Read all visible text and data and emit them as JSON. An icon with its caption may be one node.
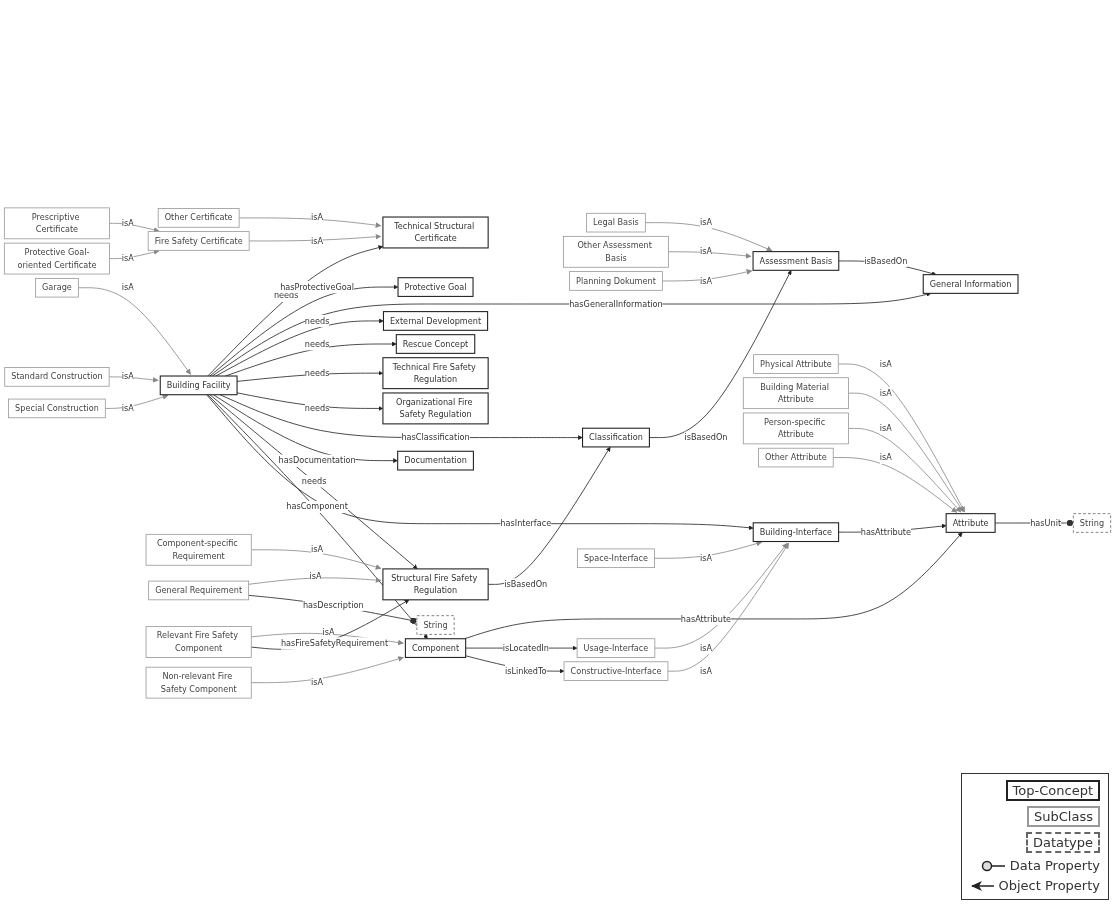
{
  "diagram": {
    "nodes": [
      {
        "text": [
          "Technical Structural Certificate"
        ]
      },
      {
        "text": [
          "Protective Goal"
        ]
      },
      {
        "text": [
          "General Information"
        ]
      },
      {
        "text": [
          "Other Certificate"
        ]
      },
      {
        "text": [
          "Fire Safety Certificate"
        ]
      },
      {
        "text": [
          "Assessment Basis"
        ]
      },
      {
        "text": [
          "Prescriptive Certificate"
        ]
      },
      {
        "text": [
          "Protective Goal-oriented Certificate"
        ]
      },
      {
        "text": [
          "Legal Basis"
        ]
      },
      {
        "text": [
          "External Development"
        ]
      },
      {
        "text": [
          "Other Assessment Basis"
        ]
      },
      {
        "text": [
          "Planning Dokument"
        ]
      },
      {
        "text": [
          "Rescue Concept"
        ]
      },
      {
        "text": [
          "Classification"
        ]
      },
      {
        "text": [
          "Technical Fire Safety Regulation"
        ]
      },
      {
        "text": [
          "Organizational Fire Safety Regulation"
        ]
      },
      {
        "text": [
          "Building Facility"
        ]
      },
      {
        "text": [
          "Documentation"
        ]
      },
      {
        "text": [
          "Structural Fire Safety Regulation"
        ]
      },
      {
        "text": [
          "Component-specific Requirement"
        ]
      },
      {
        "text": [
          "General Requirement"
        ]
      },
      {
        "text": [
          "String"
        ]
      },
      {
        "text": [
          "Garage"
        ]
      },
      {
        "text": [
          "Standard Construction"
        ]
      },
      {
        "text": [
          "Special Construction"
        ]
      },
      {
        "text": [
          "String"
        ]
      },
      {
        "text": [
          "Building-Interface"
        ]
      },
      {
        "text": [
          "Attribute"
        ]
      },
      {
        "text": [
          "Component"
        ]
      },
      {
        "text": [
          "Usage-Interface"
        ]
      },
      {
        "text": [
          "Constructive-Interface"
        ]
      },
      {
        "text": [
          "Space-Interface"
        ]
      },
      {
        "text": [
          "Physical Attribute"
        ]
      },
      {
        "text": [
          "Building Material Attribute"
        ]
      },
      {
        "text": [
          "Person-specific Attribute"
        ]
      },
      {
        "text": [
          "Other Attribute"
        ]
      },
      {
        "text": [
          "Relevant Fire Safety Component"
        ]
      },
      {
        "text": [
          "Non-relevant Fire Safety Component"
        ]
      }
    ],
    "edges": [
      {
        "from": 16,
        "to": 0,
        "arrow": "to",
        "label": "needs"
      },
      {
        "from": 16,
        "to": 1,
        "arrow": "to",
        "label": "hasProtectiveGoal"
      },
      {
        "from": 16,
        "to": 2,
        "arrow": "to",
        "label": "hasGeneralInformation"
      },
      {
        "from": 16,
        "to": 9,
        "arrow": "to",
        "label": "needs"
      },
      {
        "from": 16,
        "to": 12,
        "arrow": "to",
        "label": "needs"
      },
      {
        "from": 16,
        "to": 14,
        "arrow": "to",
        "label": "needs"
      },
      {
        "from": 16,
        "to": 15,
        "arrow": "to",
        "label": "needs"
      },
      {
        "from": 16,
        "to": 13,
        "arrow": "to",
        "label": "hasClassification"
      },
      {
        "from": 16,
        "to": 17,
        "arrow": "to",
        "label": "hasDocumentation"
      },
      {
        "from": 16,
        "to": 18,
        "arrow": "to",
        "label": "needs"
      },
      {
        "from": 16,
        "to": 28,
        "arrow": "to",
        "label": "hasComponent"
      },
      {
        "from": 16,
        "to": 26,
        "arrow": "to",
        "label": "hasInterface"
      },
      {
        "from": 5,
        "to": 2,
        "arrow": "to",
        "label": "isBasedOn"
      },
      {
        "from": 13,
        "to": 5,
        "arrow": "to",
        "label": "isBasedOn"
      },
      {
        "from": 18,
        "to": 13,
        "arrow": "to",
        "label": "isBasedOn"
      },
      {
        "from": 3,
        "to": 0,
        "arrow": "to",
        "label": "isA",
        "color": "#888888"
      },
      {
        "from": 4,
        "to": 0,
        "arrow": "to",
        "label": "isA",
        "color": "#888888"
      },
      {
        "from": 6,
        "to": 4,
        "arrow": "to",
        "label": "isA",
        "color": "#888888"
      },
      {
        "from": 7,
        "to": 4,
        "arrow": "to",
        "label": "isA",
        "color": "#888888"
      },
      {
        "from": 8,
        "to": 5,
        "arrow": "to",
        "label": "isA",
        "color": "#888888"
      },
      {
        "from": 10,
        "to": 5,
        "arrow": "to",
        "label": "isA",
        "color": "#888888"
      },
      {
        "from": 11,
        "to": 5,
        "arrow": "to",
        "label": "isA",
        "color": "#888888"
      },
      {
        "from": 22,
        "to": 16,
        "arrow": "to",
        "label": "isA",
        "color": "#888888"
      },
      {
        "from": 23,
        "to": 16,
        "arrow": "to",
        "label": "isA",
        "color": "#888888"
      },
      {
        "from": 24,
        "to": 16,
        "arrow": "to",
        "label": "isA",
        "color": "#888888"
      },
      {
        "from": 19,
        "to": 18,
        "arrow": "to",
        "label": "isA",
        "color": "#888888"
      },
      {
        "from": 20,
        "to": 18,
        "arrow": "to",
        "label": "isA",
        "color": "#888888"
      },
      {
        "from": 20,
        "to": 25,
        "arrow": "other",
        "label": "hasDescription"
      },
      {
        "from": 27,
        "to": 21,
        "arrow": "other",
        "label": "hasUnit"
      },
      {
        "from": 26,
        "to": 27,
        "arrow": "to",
        "label": "hasAttribute"
      },
      {
        "from": 28,
        "to": 27,
        "arrow": "to",
        "label": "hasAttribute"
      },
      {
        "from": 29,
        "to": 26,
        "arrow": "to",
        "label": "isA",
        "color": "#888888"
      },
      {
        "from": 30,
        "to": 26,
        "arrow": "to",
        "label": "isA",
        "color": "#888888"
      },
      {
        "from": 31,
        "to": 26,
        "arrow": "to",
        "label": "isA",
        "color": "#888888"
      },
      {
        "from": 32,
        "to": 27,
        "arrow": "to",
        "label": "isA",
        "color": "#888888"
      },
      {
        "from": 33,
        "to": 27,
        "arrow": "to",
        "label": "isA",
        "color": "#888888"
      },
      {
        "from": 34,
        "to": 27,
        "arrow": "to",
        "label": "isA",
        "color": "#888888"
      },
      {
        "from": 35,
        "to": 27,
        "arrow": "to",
        "label": "isA",
        "color": "#888888"
      },
      {
        "from": 28,
        "to": 29,
        "arrow": "to",
        "label": "isLocatedIn"
      },
      {
        "from": 28,
        "to": 30,
        "arrow": "to",
        "label": "isLinkedTo"
      },
      {
        "from": 36,
        "to": 28,
        "arrow": "to",
        "label": "isA",
        "color": "#888888"
      },
      {
        "from": 37,
        "to": 28,
        "arrow": "to",
        "label": "isA",
        "color": "#888888"
      },
      {
        "from": 36,
        "to": 18,
        "arrow": "to",
        "label": "hasFireSafetyRequirement"
      }
    ],
    "legend": [
      {
        "text": "Top-Concept"
      },
      {
        "text": "SubClass"
      },
      {
        "text": "Datatype"
      },
      {
        "text": "Data Property"
      },
      {
        "text": "Object Property"
      }
    ]
  }
}
